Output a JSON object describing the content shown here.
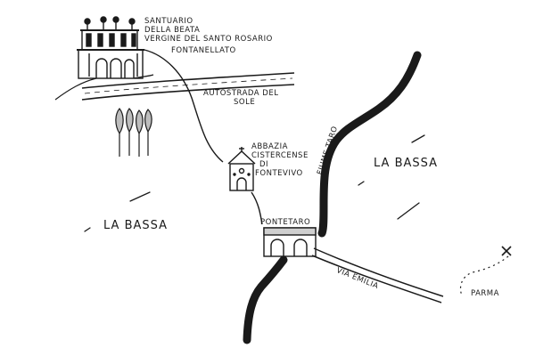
{
  "map": {
    "labels": {
      "santuario_line1": "SANTUARIO",
      "santuario_line2": "DELLA BEATA",
      "santuario_line3": "VERGINE DEL SANTO ROSARIO",
      "fontanellato": "FONTANELLATO",
      "autostrada_line1": "AUTOSTRADA DEL",
      "autostrada_line2": "SOLE",
      "abbazia_line1": "ABBAZIA",
      "abbazia_line2": "CISTERCENSE",
      "abbazia_line3": "DI",
      "abbazia_line4": "FONTEVIVO",
      "fiume_taro": "FIUME TARO",
      "la_bassa_east": "LA BASSA",
      "la_bassa_west": "LA BASSA",
      "pontetaro": "PONTETARO",
      "via_emilia": "VIA EMILIA",
      "parma": "PARMA"
    },
    "icons": [
      "sanctuary-icon",
      "abbey-icon",
      "bridge-icon",
      "cypress-trees-icon",
      "x-mark-icon"
    ],
    "colors": {
      "ink": "#1a1a1a",
      "paper": "#ffffff"
    }
  }
}
